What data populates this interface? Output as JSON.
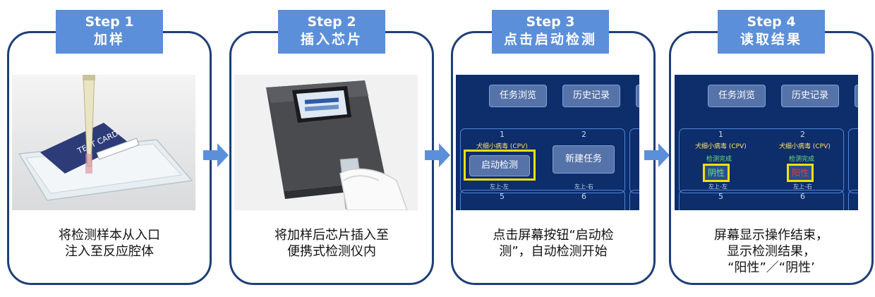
{
  "steps": [
    {
      "step": "Step 1",
      "title": "加样",
      "desc": [
        "将检测样本从入口",
        "注入至反应腔体"
      ],
      "photo_text": "TEST CARD"
    },
    {
      "step": "Step 2",
      "title": "插入芯片",
      "desc": [
        "将加样后芯片插入至",
        "便携式检测仪内"
      ]
    },
    {
      "step": "Step 3",
      "title": "点击启动检测",
      "desc": [
        "点击屏幕按钮“启动检",
        "测”，自动检测开始"
      ]
    },
    {
      "step": "Step 4",
      "title": "读取结果",
      "desc": [
        "屏幕显示操作结束，",
        "显示检测结果，",
        "“阳性”／“阴性’"
      ]
    }
  ],
  "screen": {
    "btn_browse": "任务浏览",
    "btn_history": "历史记录",
    "tile1_num": "1",
    "tile2_num": "2",
    "tile5_num": "5",
    "tile6_num": "6",
    "pathogen": "犬细小病毒 (CPV)",
    "start_btn": "启动检测",
    "new_task": "新建任务",
    "pos_left": "左上-左",
    "pos_right": "左上-右",
    "done": "检测完成",
    "negative": "阴性",
    "positive": "阳性"
  },
  "colors": {
    "frame": "#1f3f76",
    "badge": "#5b8fd9",
    "arrow": "#5b8fd9",
    "highlight": "#f5e000",
    "positive": "#ff3030",
    "negative": "#6fe07a"
  }
}
